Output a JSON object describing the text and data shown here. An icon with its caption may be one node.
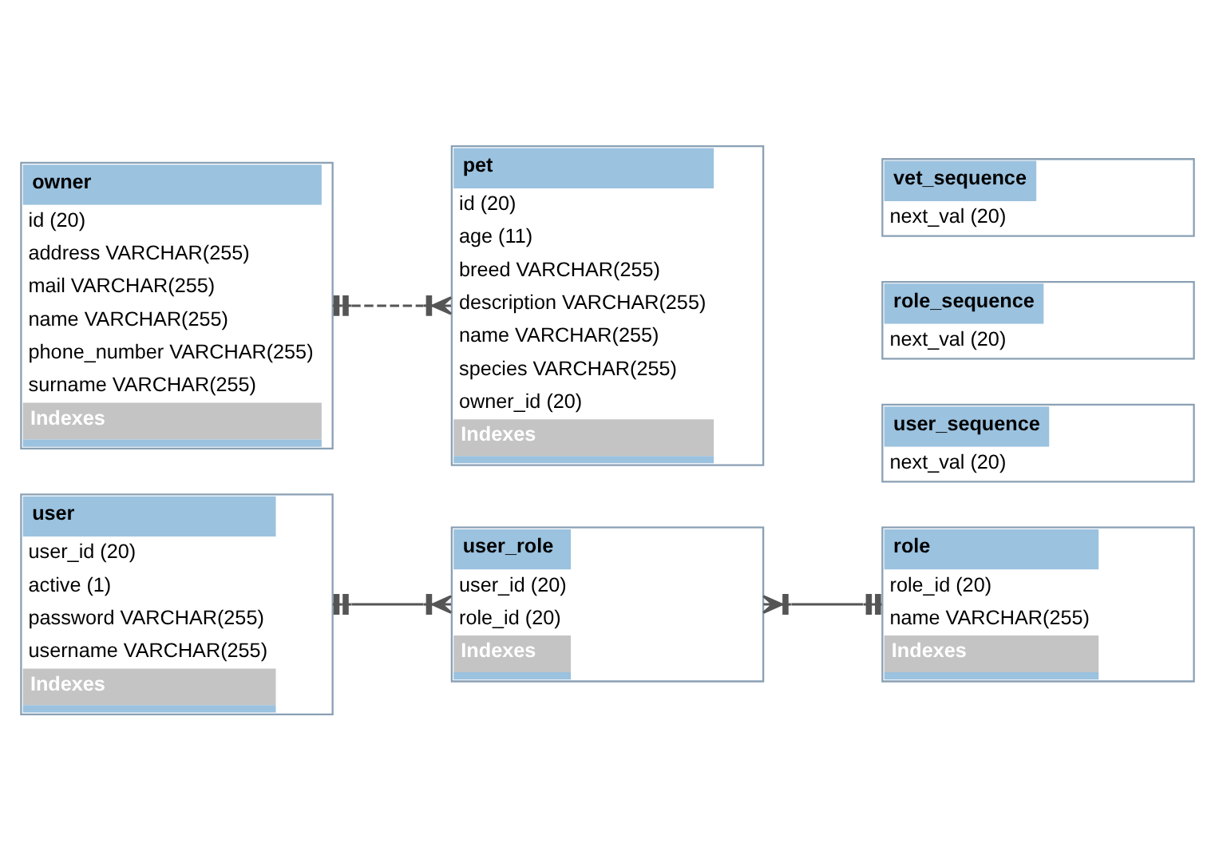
{
  "diagram": {
    "nodes": [
      {
        "text": [
          "user",
          "user_id (20)",
          "active (1)",
          "password VARCHAR(255)",
          "username VARCHAR(255)",
          "Indexes"
        ]
      },
      {
        "text": [
          "user_role",
          "user_id (20)",
          "role_id (20)",
          "Indexes"
        ]
      },
      {
        "text": [
          "role",
          "role_id (20)",
          "name VARCHAR(255)",
          "Indexes"
        ]
      },
      {
        "text": [
          "owner",
          "id (20)",
          "address VARCHAR(255)",
          "mail VARCHAR(255)",
          "name VARCHAR(255)",
          "phone_number VARCHAR(255)",
          "surname VARCHAR(255)",
          "Indexes"
        ]
      },
      {
        "text": [
          "pet",
          "id (20)",
          "age (11)",
          "breed VARCHAR(255)",
          "description VARCHAR(255)",
          "name VARCHAR(255)",
          "species VARCHAR(255)",
          "owner_id (20)",
          "Indexes"
        ]
      },
      {
        "text": [
          "user_sequence",
          "next_val (20)"
        ]
      },
      {
        "text": [
          "role_sequence",
          "next_val (20)"
        ]
      },
      {
        "text": [
          "vet_sequence",
          "next_val (20)"
        ]
      }
    ],
    "edges": [
      {
        "from": 0,
        "to": 1,
        "arrow": "other"
      },
      {
        "from": 1,
        "to": 2,
        "arrow": "other"
      },
      {
        "from": 3,
        "to": 4,
        "arrow": "other",
        "style": "dashed"
      }
    ]
  }
}
